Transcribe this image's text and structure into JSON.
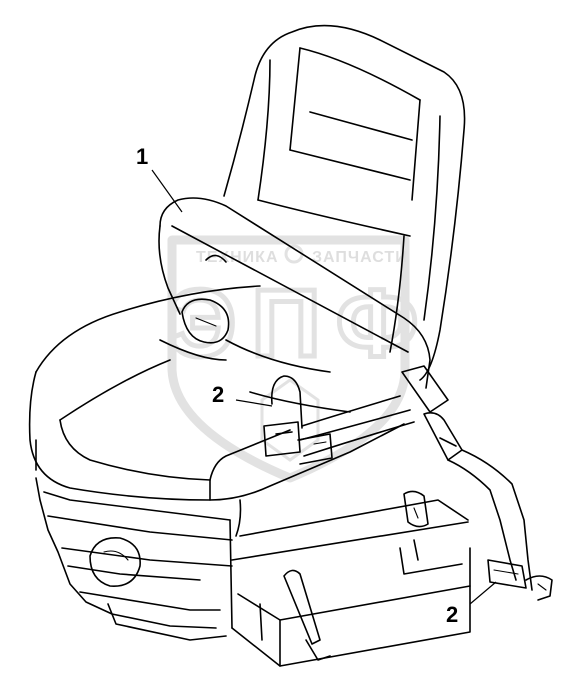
{
  "callouts": [
    {
      "id": "seat-belt-assembly",
      "label": "1"
    },
    {
      "id": "buckle-inner",
      "label": "2"
    },
    {
      "id": "anchor-outer",
      "label": "2"
    }
  ],
  "watermark": {
    "top_text": "ТЕХНИКА",
    "top_text_right": "ЗАПЧАСТИ",
    "big_text": "ЭПФ"
  }
}
